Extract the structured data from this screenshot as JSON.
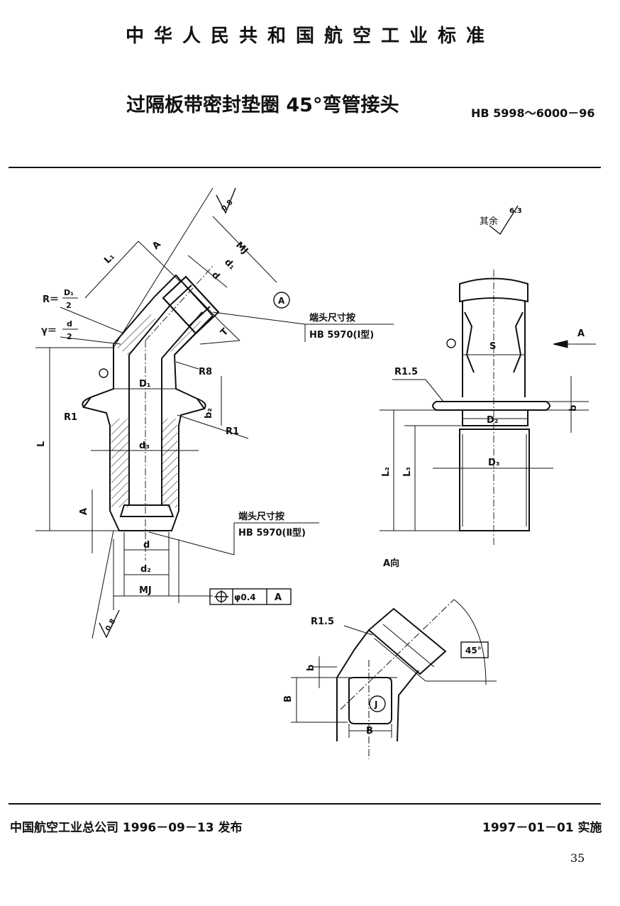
{
  "header": "中华人民共和国航空工业标准",
  "title": "过隔板带密封垫圈 45°弯管接头",
  "standard_no": "HB 5998～6000－96",
  "drawing": {
    "roughness_rest_label": "其余",
    "roughness_rest_value": "6.3",
    "roughness_value": "0.8",
    "labels": {
      "L1": "L₁",
      "A": "A",
      "MJ": "MJ",
      "d1": "d₁",
      "d": "d",
      "T": "T",
      "R_D1": "R＝",
      "D1_over": "D₁",
      "two": "2",
      "gamma_d": "γ＝",
      "R8": "R8",
      "D1": "D₁",
      "R1": "R1",
      "b2": "b₂",
      "L": "L",
      "d3": "d₃",
      "d2": "d₂",
      "S": "S",
      "R15": "R1.5",
      "b": "b",
      "D2": "D₂",
      "D3": "D₃",
      "L2": "L₂",
      "L3": "L₃",
      "B": "B",
      "J": "J",
      "view_A": "A向",
      "angle45": "45°",
      "datum_A": "A",
      "tolerance": "φ0.4",
      "end_dims_1": "端头尺寸按",
      "end_ref_1": "HB 5970(Ⅰ型)",
      "end_dims_2": "端头尺寸按",
      "end_ref_2": "HB 5970(Ⅱ型)"
    }
  },
  "footer": {
    "issued": "中国航空工业总公司 1996－09－13 发布",
    "effective": "1997－01－01 实施",
    "page": "35"
  }
}
